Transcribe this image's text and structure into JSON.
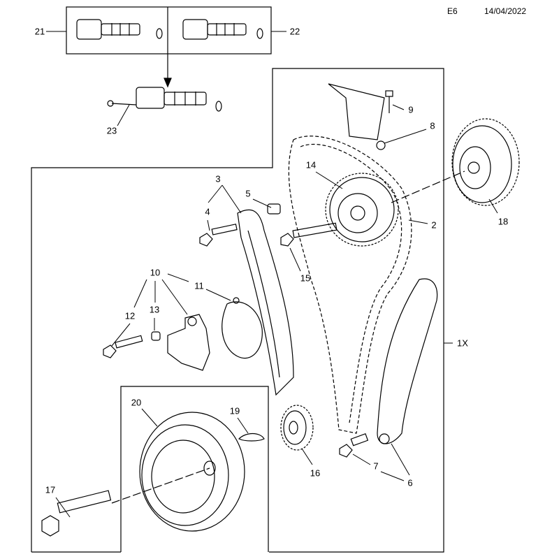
{
  "header": {
    "section": "E6",
    "date": "14/04/2022"
  },
  "labels": {
    "p21": "21",
    "p22": "22",
    "p23": "23",
    "p9": "9",
    "p8": "8",
    "p3": "3",
    "p5": "5",
    "p4": "4",
    "p14": "14",
    "p2": "2",
    "p18": "18",
    "p15": "15",
    "p10": "10",
    "p11": "11",
    "p12": "12",
    "p13": "13",
    "p1x": "1X",
    "p20": "20",
    "p19": "19",
    "p16": "16",
    "p7": "7",
    "p6": "6",
    "p17": "17"
  }
}
